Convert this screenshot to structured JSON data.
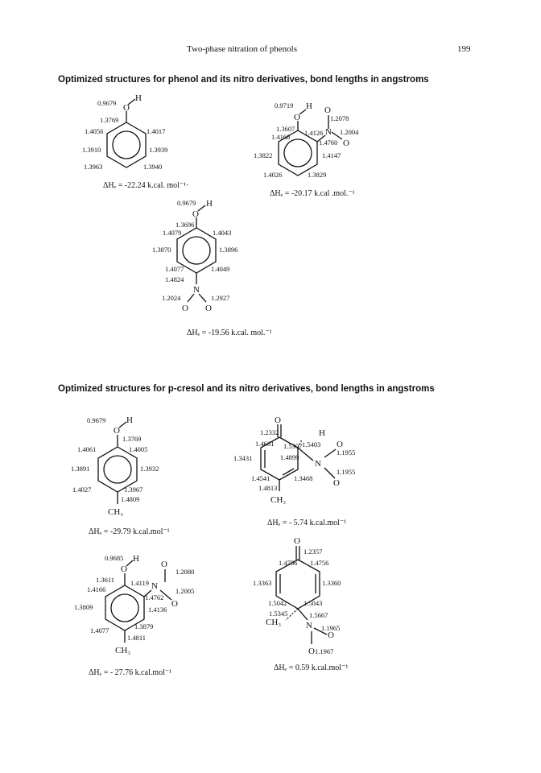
{
  "header": {
    "running_title": "Two-phase nitration of phenols",
    "page_number": "199"
  },
  "section1": {
    "heading": "Optimized structures for phenol and its nitro derivatives, bond lengths in angstroms",
    "phenol": {
      "OH": "0.9679",
      "CO": "1.3769",
      "a": "1.4056",
      "b": "1.4017",
      "c": "1.3910",
      "d": "1.3939",
      "e": "1.3963",
      "f": "1.3940",
      "dH": "ΔHₑ = -22.24 k.cal. mol⁻¹·"
    },
    "o_nitro": {
      "OH": "0.9719",
      "CO": "1.3607",
      "a": "1.4168",
      "b": "1.4126",
      "NO1": "1.2078",
      "NO2": "1.2004",
      "CN": "1.4760",
      "c": "1.4147",
      "d": "1.3822",
      "e": "1.4026",
      "f": "1.3829",
      "dH": "ΔHₑ = -20.17 k.cal .mol.⁻¹"
    },
    "p_nitro": {
      "OH": "0.9679",
      "CO": "1.3696",
      "a": "1.4079",
      "b": "1.4043",
      "c": "1.3870",
      "d": "1.3896",
      "e": "1.4077",
      "f": "1.4049",
      "CN": "1.4824",
      "NO1": "1.2024",
      "NO2": "1.2927",
      "dH": "ΔHₑ = -19.56 k.cal. mol.⁻¹"
    }
  },
  "section2": {
    "heading": "Optimized structures for p-cresol and its nitro derivatives, bond lengths in angstroms",
    "p_cresol": {
      "OH": "0.9679",
      "CO": "1.3769",
      "a": "1.4061",
      "b": "1.4005",
      "c": "1.3891",
      "d": "1.3932",
      "e": "1.4027",
      "f": "1.3967",
      "CMe": "1.4809",
      "dH": "ΔHₑ  = -29.79 k.cal.mol⁻¹"
    },
    "cyclo_ortho": {
      "CO": "1.2332",
      "a": "1.4661",
      "b": "1.5307",
      "c": "1.5403",
      "NO1": "1.1955",
      "NO2": "1.1955",
      "d": "1.3431",
      "e": "1.4899",
      "f": "1.4541",
      "g": "1.3468",
      "CMe": "1.4813",
      "dH": "ΔHₑ = - 5.74 k.cal.mol⁻¹"
    },
    "nitro_cresol": {
      "OH": "0.9685",
      "CO": "1.3611",
      "a": "1.4166",
      "b": "1.4119",
      "NO1": "1.2080",
      "NO2": "1.2005",
      "CN": "1.4762",
      "c": "1.4136",
      "d": "1.3809",
      "e": "1.4077",
      "f": "1.3879",
      "CMe": "1.4811",
      "dH": "ΔHₑ  = - 27.76 k.cal.mol⁻¹"
    },
    "cyclo_para": {
      "CO": "1.2357",
      "a": "1.4756",
      "b": "1.4756",
      "c": "1.3363",
      "d": "1.3360",
      "e": "1.5042",
      "f": "1.5043",
      "g": "1.5345",
      "CN": "1.5667",
      "NO1": "1.1965",
      "NO2": "1.1967",
      "dH": "ΔHₑ  = 0.59 k.cal.mol⁻¹"
    }
  },
  "atoms": {
    "H": "H",
    "O": "O",
    "N": "N",
    "CH3": "CH₃"
  }
}
